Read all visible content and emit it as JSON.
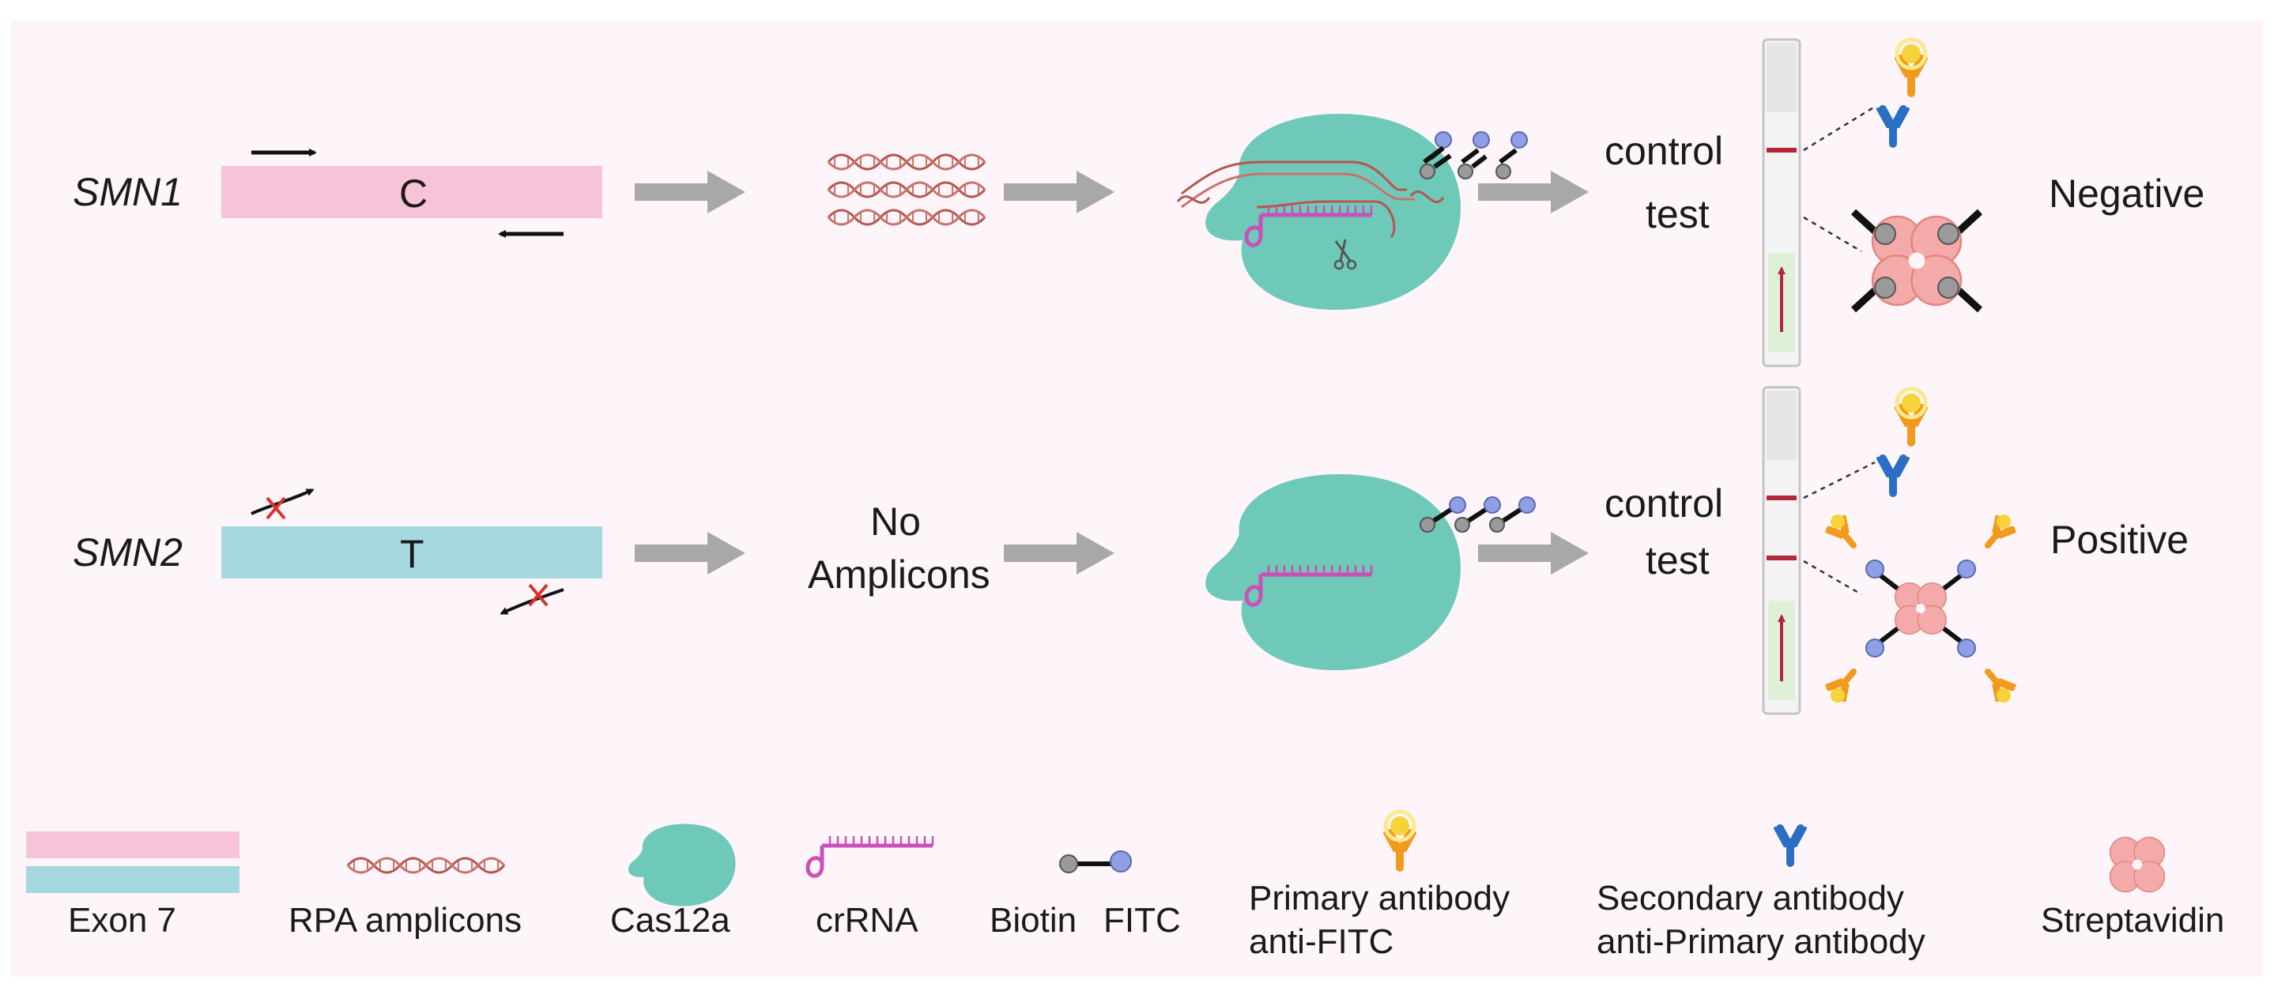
{
  "colors": {
    "pink_exon": "#f7c3d8",
    "teal_exon": "#a6d8e0",
    "cas12a": "#6fc9b8",
    "crrna": "#c94fb9",
    "amplicon": "#b5564f",
    "arrow_gray": "#a8a8a8",
    "strip_line": "#b2253a",
    "streptavidin": "#f4aaa8",
    "primary_antibody": "#f29a1e",
    "secondary_antibody": "#2a6fc4",
    "fitc": "#8f9fe3"
  },
  "rows": {
    "top": {
      "gene": "SMN1",
      "base": "C",
      "strip_control": "control",
      "strip_test": "test",
      "result": "Negative"
    },
    "bottom": {
      "gene": "SMN2",
      "base": "T",
      "no_amplicons_line1": "No",
      "no_amplicons_line2": "Amplicons",
      "strip_control": "control",
      "strip_test": "test",
      "result": "Positive"
    }
  },
  "legend": {
    "exon": "Exon 7",
    "rpa": "RPA amplicons",
    "cas12a": "Cas12a",
    "crrna": "crRNA",
    "biotin": "Biotin",
    "fitc": "FITC",
    "primary_line1": "Primary antibody",
    "primary_line2": "anti-FITC",
    "secondary_line1": "Secondary antibody",
    "secondary_line2": "anti-Primary antibody",
    "streptavidin": "Streptavidin"
  }
}
